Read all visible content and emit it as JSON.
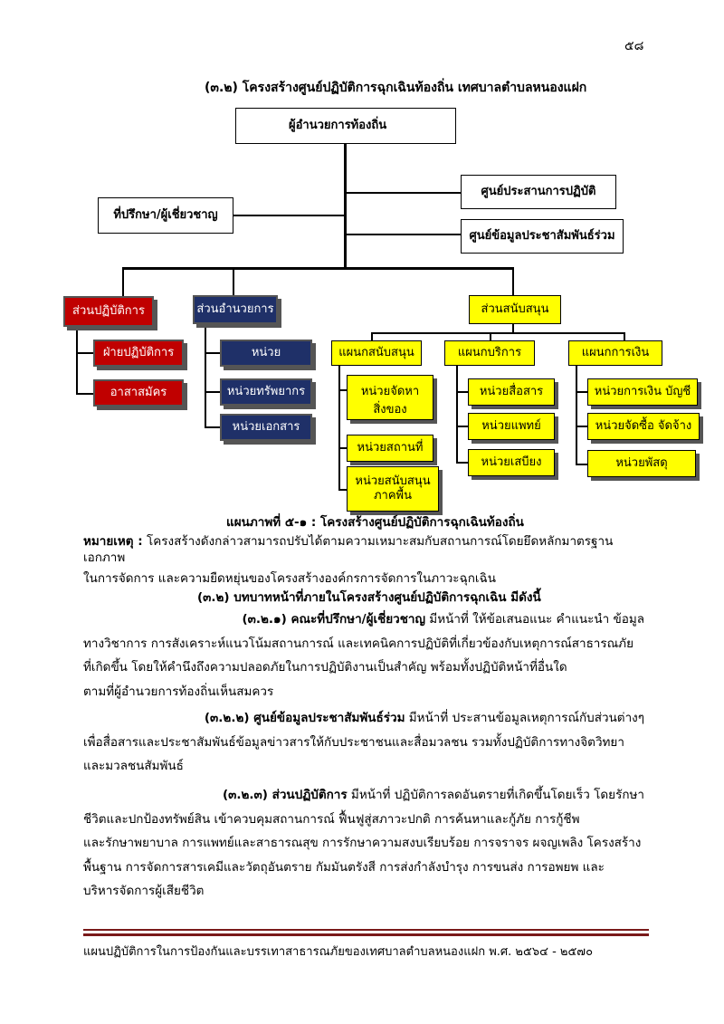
{
  "page_number": "๕๘",
  "chart_title": "(๓.๒) โครงสร้างศูนย์ปฏิบัติการฉุกเฉินท้องถิ่น เทศบาลตำบลหนองแฝก",
  "org": {
    "top": "ผู้อำนวยการท้องถิ่น",
    "advisor": "ที่ปรึกษา/ผู้เชี่ยวชาญ",
    "coord_center": "ศูนย์ประสานการปฏิบัติ",
    "pr_center": "ศูนย์ข้อมูลประชาสัมพันธ์ร่วม",
    "ops": {
      "label": "ส่วนปฏิบัติการ",
      "units": [
        "ฝ่ายปฏิบัติการ",
        "อาสาสมัคร"
      ]
    },
    "command": {
      "label": "ส่วนอำนวยการ",
      "units": [
        "หน่วย",
        "หน่วยทรัพยากร",
        "หน่วยเอกสาร"
      ]
    },
    "support": {
      "label": "ส่วนสนับสนุน",
      "branches": [
        {
          "label": "แผนกสนับสนุน",
          "units": [
            "หน่วยจัดหา",
            "สิ่งของ",
            "หน่วยสถานที่",
            "หน่วยสนับสนุน",
            "ภาคพื้น"
          ]
        },
        {
          "label": "แผนกบริการ",
          "units": [
            "หน่วยสื่อสาร",
            "หน่วยแพทย์",
            "หน่วยเสบียง"
          ]
        },
        {
          "label": "แผนกการเงิน",
          "units": [
            "หน่วยการเงิน บัญชี",
            "หน่วยจัดซื้อ จัดจ้าง",
            "หน่วยพัสดุ"
          ]
        }
      ]
    }
  },
  "caption": "แผนภาพที่ ๕-๑ : โครงสร้างศูนย์ปฏิบัติการฉุกเฉินท้องถิ่น",
  "note": {
    "label": "หมายเหตุ :",
    "line1": "โครงสร้างดังกล่าวสามารถปรับได้ตามความเหมาะสมกับสถานการณ์โดยยึดหลักมาตรฐาน เอกภาพ",
    "line2": "ในการจัดการ และความยืดหยุ่นของโครงสร้างองค์กรการจัดการในภาวะฉุกเฉิน"
  },
  "section_heading": "(๓.๒) บทบาทหน้าที่ภายในโครงสร้างศูนย์ปฏิบัติการฉุกเฉิน  มีดังนี้",
  "paras": [
    {
      "head": "(๓.๒.๑) คณะที่ปรึกษา/ผู้เชี่ยวชาญ",
      "first": " มีหน้าที่ ให้ข้อเสนอแนะ  คำแนะนำ  ข้อมูล",
      "lines": [
        "ทางวิชาการ การสังเคราะห์แนวโน้มสถานการณ์ และเทคนิคการปฏิบัติที่เกี่ยวข้องกับเหตุการณ์สาธารณภัย",
        "ที่เกิดขึ้น โดยให้คำนึงถึงความปลอดภัยในการปฏิบัติงานเป็นสำคัญ พร้อมทั้งปฏิบัติหน้าที่อื่นใด",
        "ตามที่ผู้อำนวยการท้องถิ่นเห็นสมควร"
      ]
    },
    {
      "head": "(๓.๒.๒) ศูนย์ข้อมูลประชาสัมพันธ์ร่วม",
      "first": " มีหน้าที่ ประสานข้อมูลเหตุการณ์กับส่วนต่างๆ",
      "lines": [
        "เพื่อสื่อสารและประชาสัมพันธ์ข้อมูลข่าวสารให้กับประชาชนและสื่อมวลชน รวมทั้งปฏิบัติการทางจิตวิทยา",
        "และมวลชนสัมพันธ์"
      ]
    },
    {
      "head": "(๓.๒.๓) ส่วนปฏิบัติการ",
      "first": " มีหน้าที่ ปฏิบัติการลดอันตรายที่เกิดขึ้นโดยเร็ว โดยรักษา",
      "lines": [
        "ชีวิตและปกป้องทรัพย์สิน เข้าควบคุมสถานการณ์  ฟื้นฟูสู่สภาวะปกติ การค้นหาและกู้ภัย  การกู้ชีพ",
        "และรักษาพยาบาล  การแพทย์และสาธารณสุข  การรักษาความสงบเรียบร้อย  การจราจร  ผจญเพลิง โครงสร้าง",
        "พื้นฐาน  การจัดการสารเคมีและวัตถุอันตราย  กัมมันตรังสี  การส่งกำลังบำรุง  การขนส่ง  การอพยพ และ",
        "บริหารจัดการผู้เสียชีวิต"
      ]
    }
  ],
  "footer": "แผนปฏิบัติการในการป้องกันและบรรเทาสาธารณภัยของเทศบาลตำบลหนองแฝก พ.ศ. ๒๕๖๔ - ๒๕๗๐",
  "colors": {
    "red": "#c00000",
    "navy": "#1f3068",
    "yellow": "#ffff00",
    "footer_rule": "#7a1a1a"
  }
}
